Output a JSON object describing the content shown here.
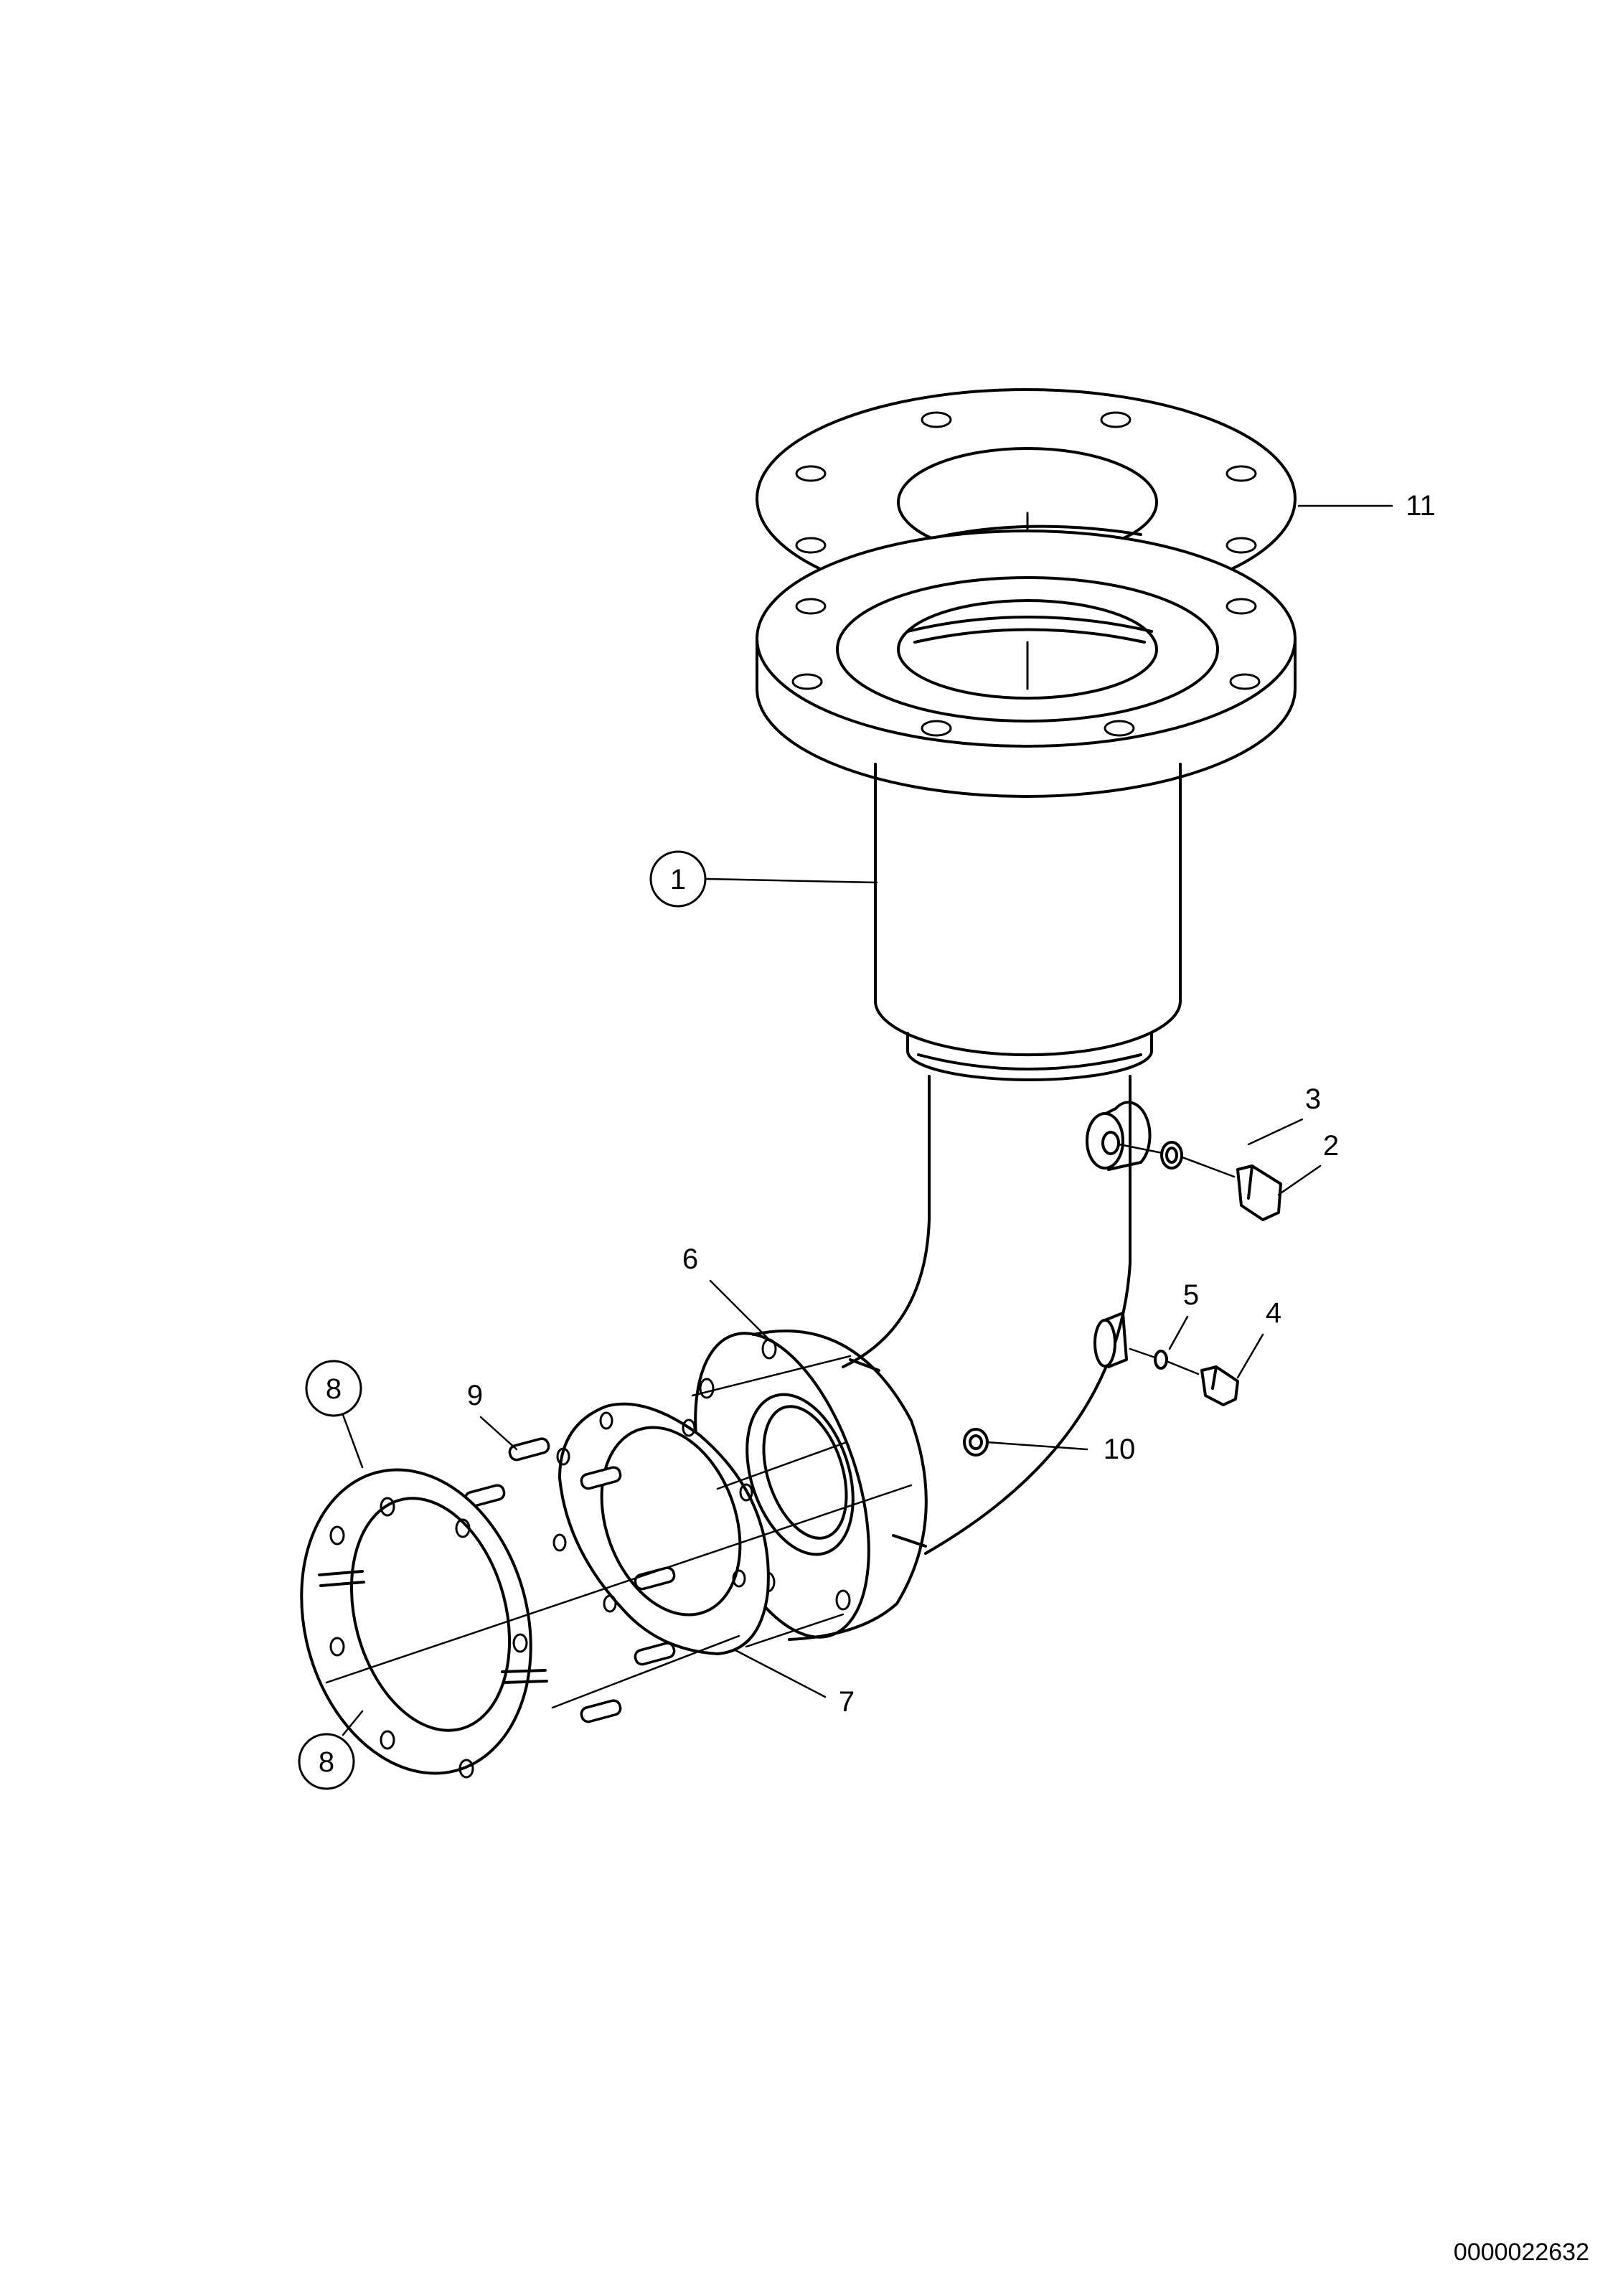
{
  "diagram": {
    "labels": {
      "p1": "1",
      "p2": "2",
      "p3": "3",
      "p4": "4",
      "p5": "5",
      "p6": "6",
      "p7": "7",
      "p8a": "8",
      "p8b": "8",
      "p9": "9",
      "p10": "10",
      "p11": "11"
    },
    "document_number": "0000022632"
  }
}
